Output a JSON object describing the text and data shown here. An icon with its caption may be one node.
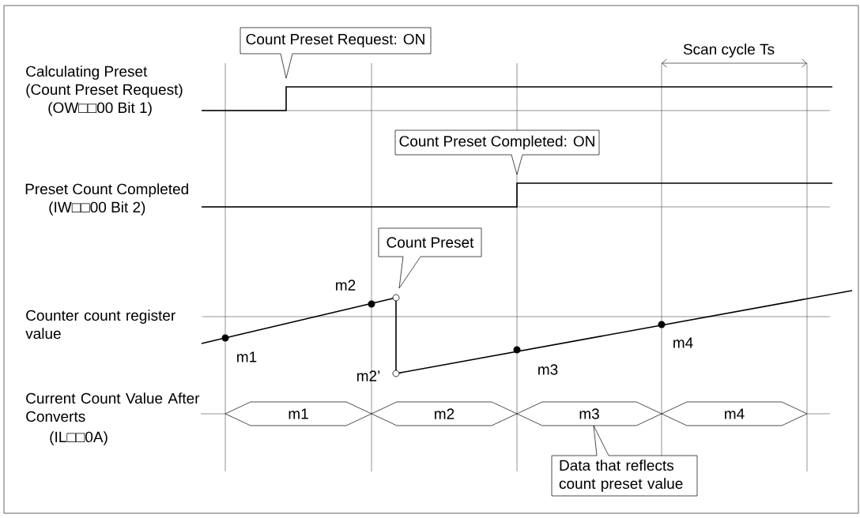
{
  "diagram": {
    "nodes": [
      {
        "text": [
          "Count Preset Request: ON"
        ]
      },
      {
        "text": [
          "Count Preset Completed: ON"
        ]
      },
      {
        "text": [
          "Count Preset"
        ]
      },
      {
        "text": [
          "m1"
        ]
      },
      {
        "text": [
          "m2"
        ]
      },
      {
        "text": [
          "m3"
        ]
      },
      {
        "text": [
          "m4"
        ]
      },
      {
        "text": [
          "Data that reflects count preset value"
        ]
      }
    ],
    "labels": [
      "Scan cycle Ts",
      "Calculating Preset",
      "(Count Preset Request)",
      "(OW□□00 Bit 1)",
      "Preset Count Completed",
      "(IW□□00 Bit 2)",
      "m2",
      "Counter count register value",
      "m1",
      "m2’",
      "m3",
      "m4",
      "Current Count Value After Converts",
      "(IL□□0A)"
    ]
  }
}
